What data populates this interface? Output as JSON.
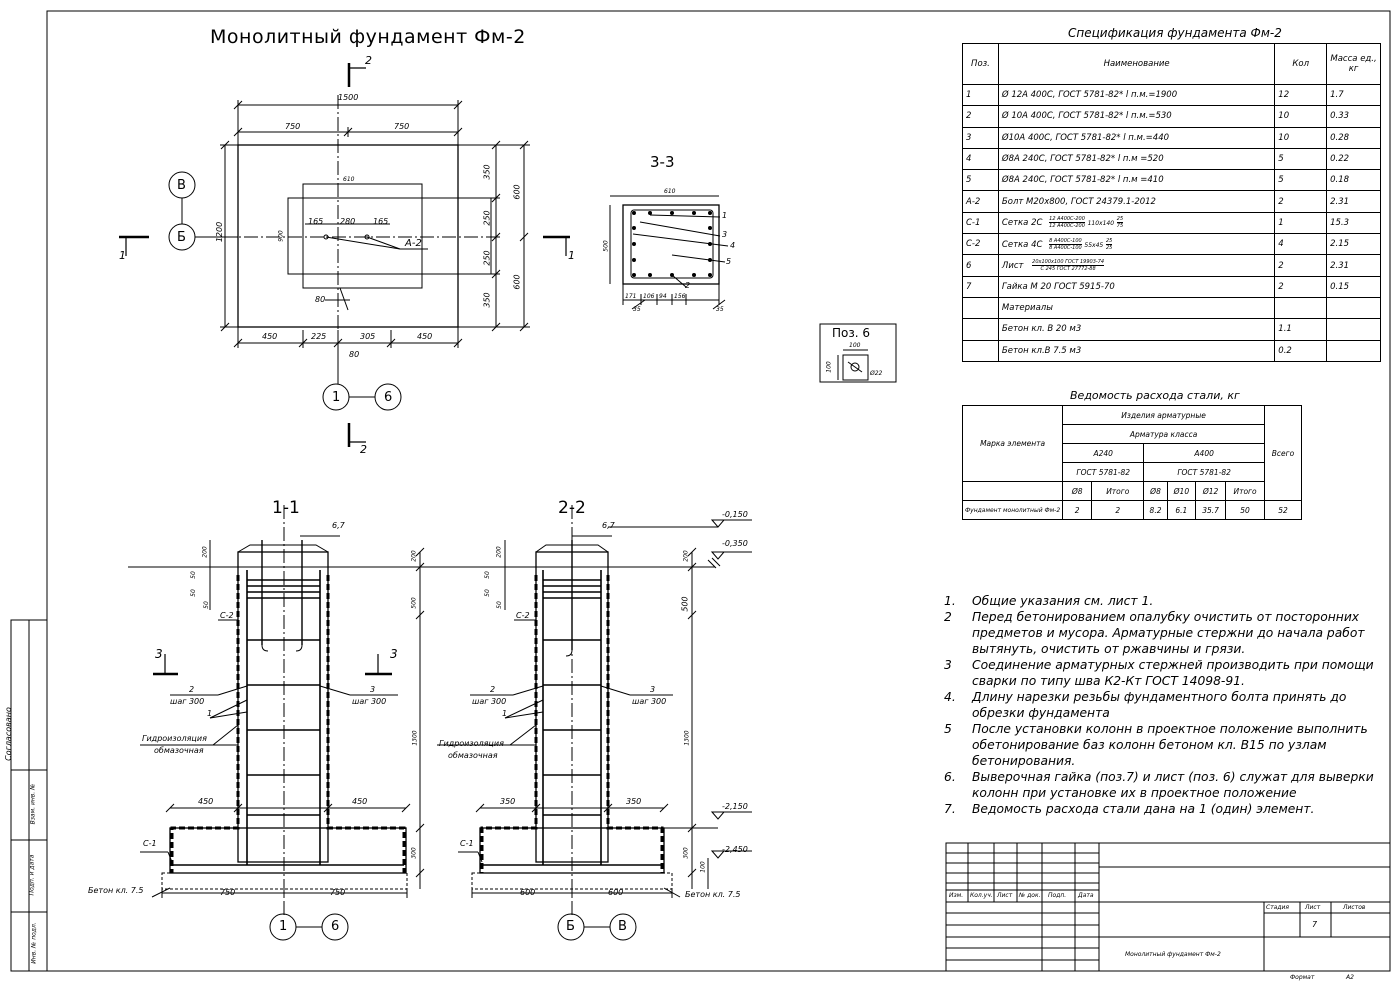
{
  "plan_title": "Монолитный фундамент Фм-2",
  "section_33": "3-3",
  "section_11": "1-1",
  "section_22": "2-2",
  "pos6_label": "Поз. 6",
  "plan": {
    "dims": {
      "d1500": "1500",
      "d750a": "750",
      "d750b": "750",
      "d1200": "1200",
      "d610": "610",
      "d900": "900",
      "d165a": "165",
      "d280": "280",
      "d165b": "165",
      "d350a": "350",
      "d250a": "250",
      "d250b": "250",
      "d350b": "350",
      "d600a": "600",
      "d600b": "600",
      "d80a": "80",
      "d80b": "80",
      "d450a": "450",
      "d225": "225",
      "d305": "305",
      "d450b": "450"
    },
    "axis_v": "В",
    "axis_b": "Б",
    "axis_1": "1",
    "axis_6": "6",
    "cut1": "1",
    "cut2": "2",
    "bolt": "А-2"
  },
  "sec33": {
    "d610": "610",
    "d500": "500",
    "d171": "171",
    "d106": "106",
    "d94": "94",
    "d156": "156",
    "d35a": "35",
    "d35b": "35",
    "m1": "1",
    "m2": "2",
    "m3": "3",
    "m4": "4",
    "m5": "5"
  },
  "pos6": {
    "d100a": "100",
    "d100b": "100",
    "dia": "Ø22"
  },
  "spec": {
    "title": "Спецификация фундамента Фм-2",
    "headers": [
      "Поз.",
      "Наименование",
      "Кол",
      "Масса ед., кг"
    ],
    "rows": [
      [
        "1",
        "Ø 12А 400С, ГОСТ 5781-82* l п.м.=1900",
        "12",
        "1.7"
      ],
      [
        "2",
        "Ø 10А 400С, ГОСТ 5781-82* l п.м.=530",
        "10",
        "0.33"
      ],
      [
        "3",
        "Ø10А 400С, ГОСТ 5781-82* l п.м.=440",
        "10",
        "0.28"
      ],
      [
        "4",
        "Ø8А 240С, ГОСТ 5781-82* l п.м =520",
        "5",
        "0.22"
      ],
      [
        "5",
        "Ø8А 240С, ГОСТ 5781-82* l п.м =410",
        "5",
        "0.18"
      ],
      [
        "А-2",
        "Болт М20х800, ГОСТ 24379.1-2012",
        "2",
        "2.31"
      ],
      [
        "С-1",
        "Сетка 2С",
        "1",
        "15.3"
      ],
      [
        "С-2",
        "Сетка 4С",
        "4",
        "2.15"
      ],
      [
        "6",
        "Лист",
        "2",
        "2.31"
      ],
      [
        "7",
        "Гайка М 20 ГОСТ 5915-70",
        "2",
        "0.15"
      ],
      [
        "",
        "Материалы",
        "",
        ""
      ],
      [
        "",
        "Бетон кл. В 20     м3",
        "1.1",
        ""
      ],
      [
        "",
        "Бетон кл.В 7.5     м3",
        "0.2",
        ""
      ]
    ],
    "setka2c_frac_top": "12 А400С-200",
    "setka2c_frac_bot": "12 А400С-200",
    "setka2c_size": "110х140",
    "setka2c_r_top": "25",
    "setka2c_r_bot": "75",
    "setka4c_frac_top": "8 А400С-100",
    "setka4c_frac_bot": "8 А400С-100",
    "setka4c_size": "55х45",
    "setka4c_r_top": "25",
    "setka4c_r_bot": "25",
    "list_top": "20х100х100 ГОСТ 19903-74",
    "list_bot": "С 245 ГОСТ 27772-88"
  },
  "steel": {
    "title": "Ведомость расхода стали, кг",
    "mark_header": "Марка элемента",
    "izdelia": "Изделия арматурные",
    "armatura": "Арматура класса",
    "a240": "А240",
    "a400": "А400",
    "gost1": "ГОСТ 5781-82",
    "gost2": "ГОСТ 5781-82",
    "total": "Всего",
    "cols": [
      "Ø8",
      "Итого",
      "Ø8",
      "Ø10",
      "Ø12",
      "Итого"
    ],
    "row_label": "Фундамент монолитный Фм-2",
    "row_values": [
      "2",
      "2",
      "8.2",
      "6.1",
      "35.7",
      "50",
      "52"
    ]
  },
  "notes": [
    [
      "1.",
      "Общие указания см. лист 1."
    ],
    [
      "2",
      "Перед бетонированием опалубку очистить от посторонних предметов и мусора. Арматурные стержни до начала работ вытянуть, очистить от ржавчины и грязи."
    ],
    [
      "3",
      "Соединение арматурных стержней производить при помощи сварки по типу шва К2-Кт ГОСТ 14098-91."
    ],
    [
      "4.",
      "Длину нарезки резьбы фундаментного болта принять до обрезки фундамента"
    ],
    [
      "5",
      "После установки колонн в проектное положение выполнить обетонирование баз колонн бетоном кл. В15 по узлам бетонирования."
    ],
    [
      "6.",
      "Выверочная гайка (поз.7) и лист (поз. 6) служат для выверки колонн при установке их в проектное положение"
    ],
    [
      "7.",
      "Ведомость расхода стали дана на 1 (один) элемент."
    ]
  ],
  "sec11": {
    "d67": "6,7",
    "d200": "200",
    "d50a": "50",
    "d50b": "50",
    "d50c": "50",
    "d500": "500",
    "d1300": "1300",
    "d300": "300",
    "c2": "С-2",
    "c1": "С-1",
    "cut3a": "3",
    "cut3b": "3",
    "l2": "2",
    "l2s": "шаг 300",
    "l3": "3",
    "l3s": "шаг 300",
    "l1": "1",
    "hydro1": "Гидроизоляция",
    "hydro2": "обмазочная",
    "w450a": "450",
    "w450b": "450",
    "w750a": "750",
    "w750b": "750",
    "beton": "Бетон кл. 7.5",
    "ax1": "1",
    "ax6": "6"
  },
  "sec22": {
    "d67": "6,7",
    "lv0150": "-0,150",
    "lv0350": "-0,350",
    "lv2150": "-2,150",
    "lv2450": "-2,450",
    "d200": "200",
    "d50a": "50",
    "d50b": "50",
    "d50c": "50",
    "d500": "500",
    "d1300": "1300",
    "d300": "300",
    "d100": "100",
    "c2": "С-2",
    "c1": "С-1",
    "l2": "2",
    "l2s": "шаг 300",
    "l3": "3",
    "l3s": "шаг 300",
    "l1": "1",
    "hydro1": "Гидроизоляция",
    "hydro2": "обмазочная",
    "w350a": "350",
    "w350b": "350",
    "w600a": "600",
    "w600b": "600",
    "beton": "Бетон кл. 7.5",
    "axB": "Б",
    "axV": "В"
  },
  "side": {
    "soglasovano": "Согласовано",
    "vzam": "Взам. инв. №",
    "podp": "Подп. и дата",
    "inv": "Инв. № подл."
  },
  "titleblock": {
    "izm": "Изм.",
    "kol": "Кол.уч.",
    "list": "Лист",
    "ndoc": "№ док.",
    "podp": "Подп.",
    "data": "Дата",
    "stadia": "Стадия",
    "list2": "Лист",
    "listov": "Листов",
    "list_num": "7",
    "name": "Монолитный фундамент Фм-2",
    "format": "Формат",
    "format_val": "А2"
  }
}
